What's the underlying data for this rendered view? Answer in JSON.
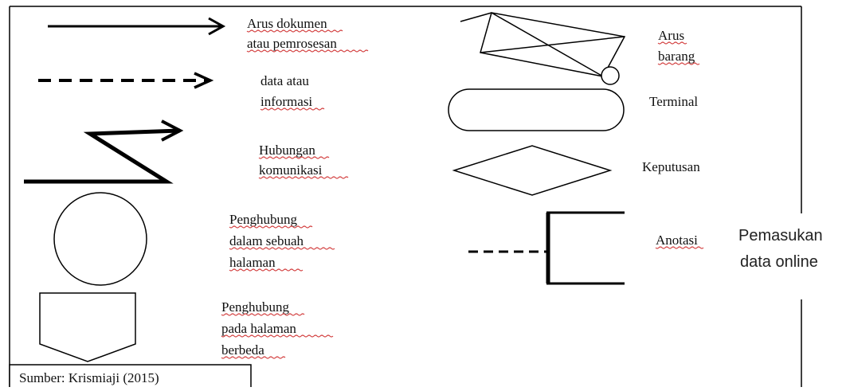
{
  "legend": {
    "items": [
      {
        "id": "arus-dokumen",
        "symbol": "solid-arrow-icon",
        "lines": [
          "Arus dokumen",
          "atau pemrosesan"
        ]
      },
      {
        "id": "data-informasi",
        "symbol": "dashed-arrow-icon",
        "lines": [
          "data atau",
          "informasi"
        ]
      },
      {
        "id": "hubungan-komunikasi",
        "symbol": "zigzag-arrow-icon",
        "lines": [
          "Hubungan",
          "komunikasi"
        ]
      },
      {
        "id": "penghubung-sama",
        "symbol": "circle-connector-icon",
        "lines": [
          "Penghubung",
          "dalam sebuah",
          "halaman"
        ]
      },
      {
        "id": "penghubung-beda",
        "symbol": "offpage-connector-icon",
        "lines": [
          "Penghubung",
          "pada halaman",
          "berbeda"
        ]
      },
      {
        "id": "arus-barang",
        "symbol": "goods-flow-icon",
        "lines": [
          "Arus",
          "barang"
        ]
      },
      {
        "id": "terminal",
        "symbol": "terminal-icon",
        "lines": [
          "Terminal"
        ]
      },
      {
        "id": "keputusan",
        "symbol": "diamond-decision-icon",
        "lines": [
          "Keputusan"
        ]
      },
      {
        "id": "anotasi",
        "symbol": "annotation-bracket-icon",
        "lines": [
          "Anotasi"
        ]
      }
    ],
    "source": "Sumber: Krismiaji (2015)"
  },
  "overlay": {
    "lines": [
      "Pemasukan",
      "data online"
    ]
  }
}
